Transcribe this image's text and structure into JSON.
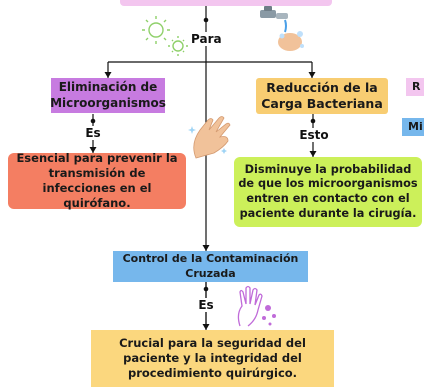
{
  "connectors": {
    "para": "Para",
    "es_left": "Es",
    "esto": "Esto",
    "es_bottom": "Es"
  },
  "boxes": {
    "eliminacion": "Eliminación de Microorganismos",
    "reduccion": "Reducción de la Carga Bacteriana",
    "partial_right_top": "R",
    "partial_right_mid": "Mi",
    "esencial": "Esencial para prevenir la transmisión de infecciones en el quirófano.",
    "disminuye": "Disminuye la probabilidad de que los microorganismos entren en contacto con el paciente durante la cirugía.",
    "control": "Control de la Contaminación Cruzada",
    "crucial": "Crucial para la seguridad del paciente y la integridad del procedimiento quirúrgico."
  },
  "colors": {
    "top_pink": "#f3c6ef",
    "purple": "#c77be0",
    "yellow": "#f8cd72",
    "blue": "#76b7ec",
    "salmon": "#f47e62",
    "green": "#ccf05a",
    "lightyellow": "#fbd77e"
  }
}
